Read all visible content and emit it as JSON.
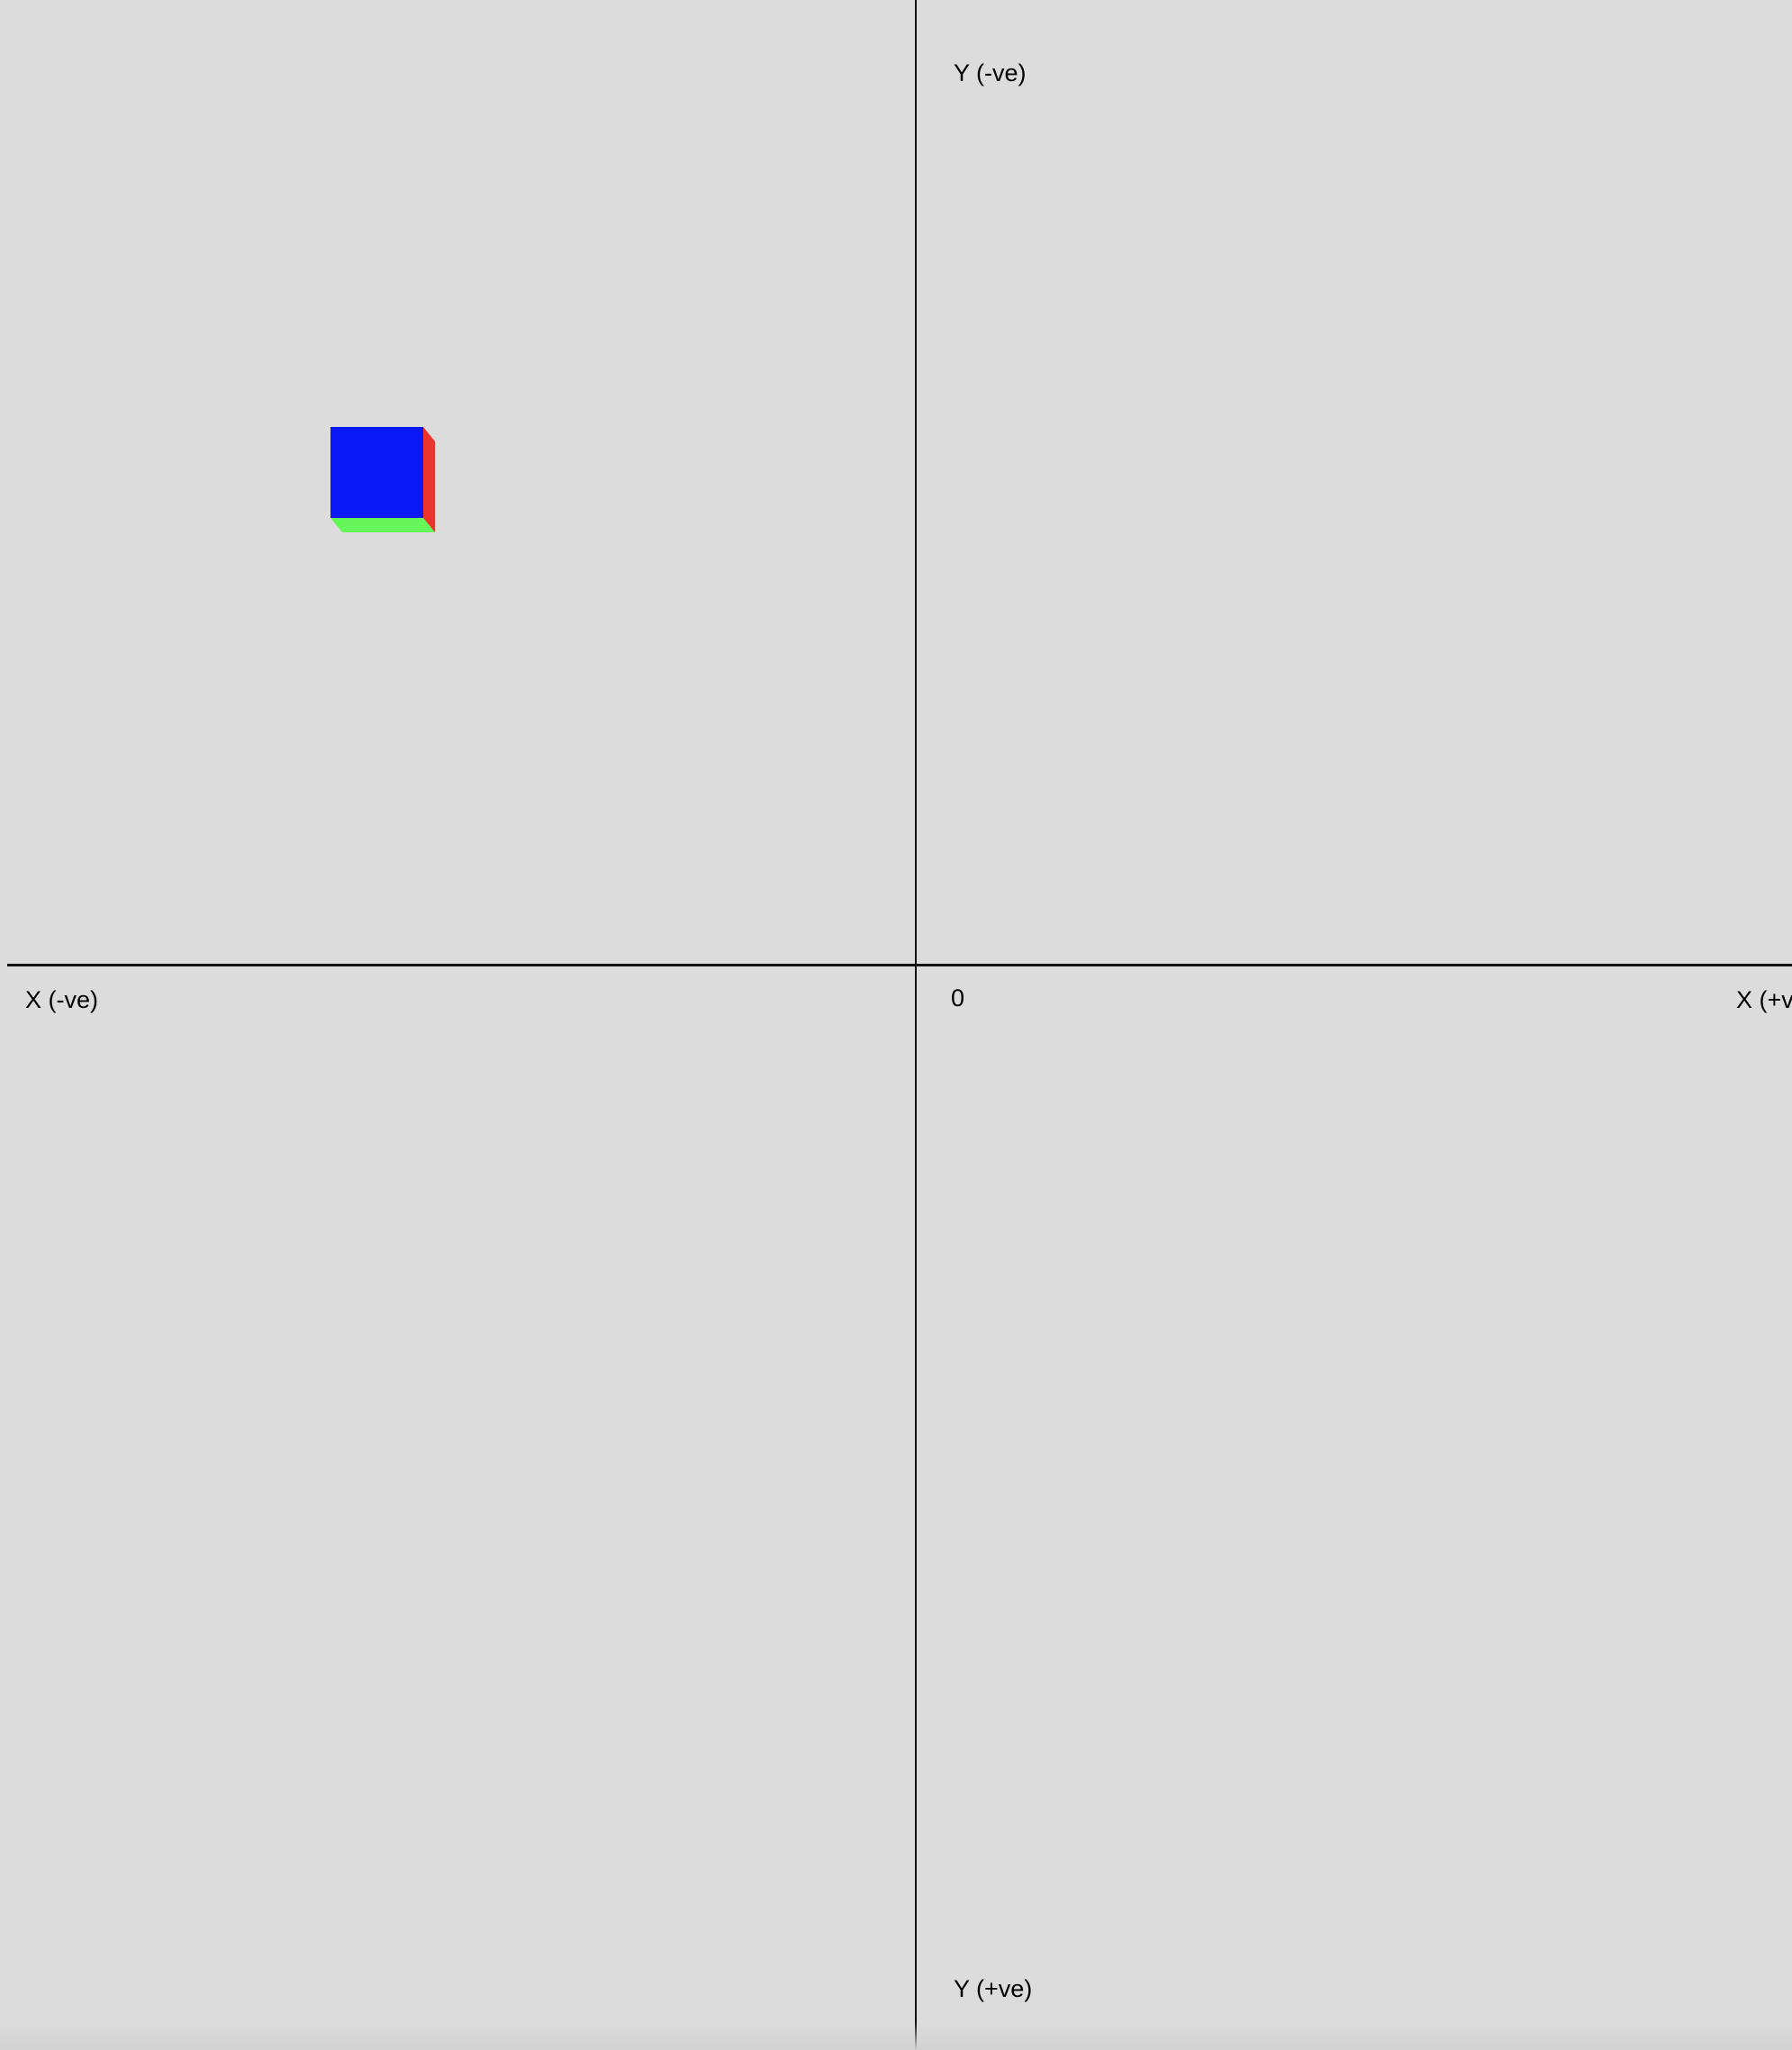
{
  "axes": {
    "y_negative_label": "Y (-ve)",
    "y_positive_label": "Y (+ve)",
    "x_negative_label": "X (-ve)",
    "x_positive_label": "X (+ve)",
    "origin_label": "0"
  },
  "cube": {
    "front_color": "#0a18f5",
    "right_color": "#e8342a",
    "bottom_color": "#66f55a"
  },
  "background_color": "#dcdcdc"
}
